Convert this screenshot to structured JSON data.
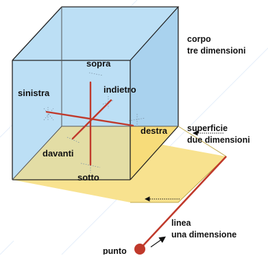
{
  "directions": {
    "up": "sopra",
    "down": "sotto",
    "left": "sinistra",
    "right": "destra",
    "front": "davanti",
    "back": "indietro"
  },
  "dimensions": {
    "body_line1": "corpo",
    "body_line2": "tre dimensioni",
    "surface_line1": "superficie",
    "surface_line2": "due dimensioni",
    "line_line1": "linea",
    "line_line2": "una dimensione",
    "point": "punto"
  },
  "colors": {
    "cube_fill": "#bcdff5",
    "floor_fill": "#f8e28f",
    "axis_red": "#c0392b",
    "edge": "#222222"
  }
}
